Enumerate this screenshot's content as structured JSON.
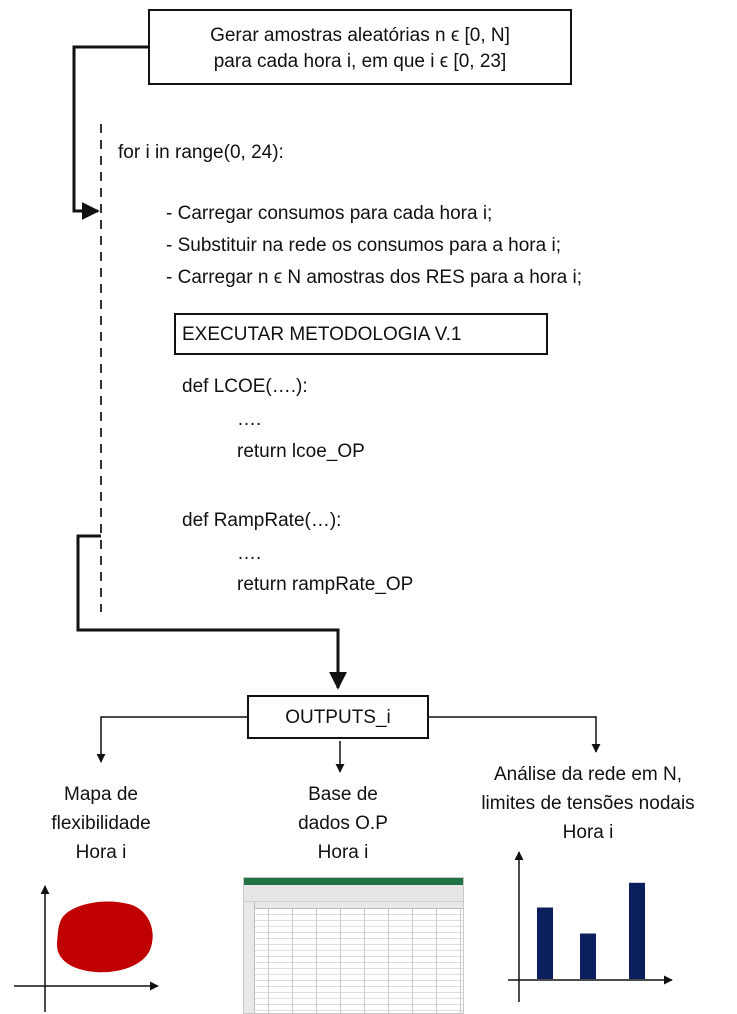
{
  "top_box": {
    "line1": "Gerar amostras aleatórias n ϵ [0, N]",
    "line2": "para cada hora i, em que i ϵ [0, 23]"
  },
  "loop": {
    "header": "for i in range(0, 24):",
    "steps": [
      "- Carregar consumos para cada hora i;",
      "- Substituir na rede os consumos para a hora i;",
      "- Carregar n ϵ N amostras dos RES para a hora i;"
    ]
  },
  "method_box": "EXECUTAR METODOLOGIA V.1",
  "code": {
    "lcoe_def": "def LCOE(….):",
    "lcoe_dots": "….",
    "lcoe_return": "return lcoe_OP",
    "ramp_def": "def RampRate(…):",
    "ramp_dots": "….",
    "ramp_return": "return rampRate_OP"
  },
  "outputs_box": "OUTPUTS_i",
  "outputs": {
    "left": [
      "Mapa de",
      "flexibilidade",
      "Hora i"
    ],
    "middle": [
      "Base de",
      "dados O.P",
      "Hora i"
    ],
    "right": [
      "Análise da rede em N,",
      "limites de tensões nodais",
      "Hora i"
    ]
  },
  "colors": {
    "blob": "#c00000",
    "bars": "#0b1f5c",
    "sheet_accent": "#217346"
  },
  "bar_chart": {
    "values": [
      0.55,
      0.35,
      0.74
    ]
  }
}
